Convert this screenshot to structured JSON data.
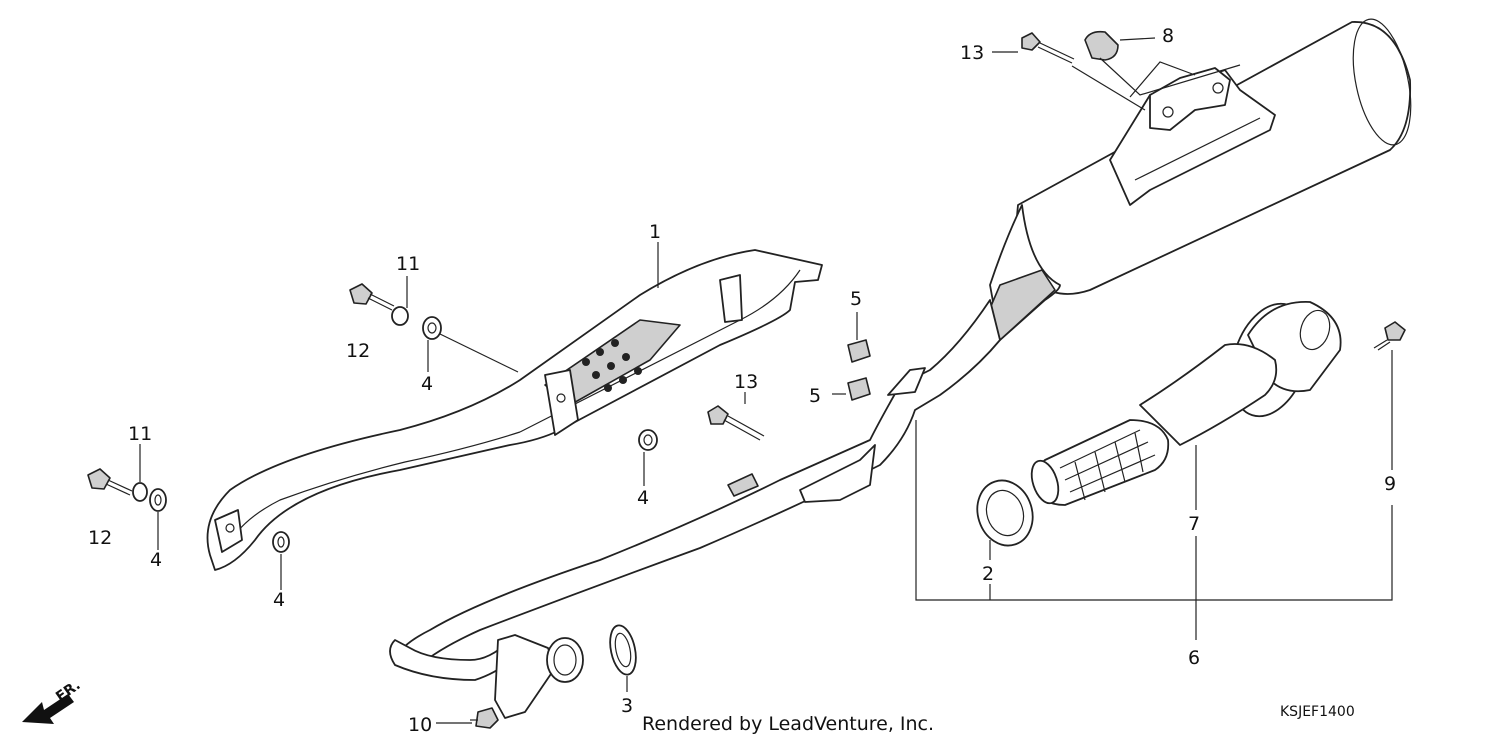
{
  "labels": {
    "p1": "1",
    "p2": "2",
    "p3": "3",
    "p4a": "4",
    "p4b": "4",
    "p4c": "4",
    "p4d": "4",
    "p5a": "5",
    "p5b": "5",
    "p6": "6",
    "p7": "7",
    "p8": "8",
    "p9": "9",
    "p10": "10",
    "p11a": "11",
    "p11b": "11",
    "p12a": "12",
    "p12b": "12",
    "p13a": "13",
    "p13b": "13"
  },
  "front_indicator": "FR.",
  "credit": "Rendered by LeadVenture, Inc.",
  "diagram_code": "KSJEF1400"
}
